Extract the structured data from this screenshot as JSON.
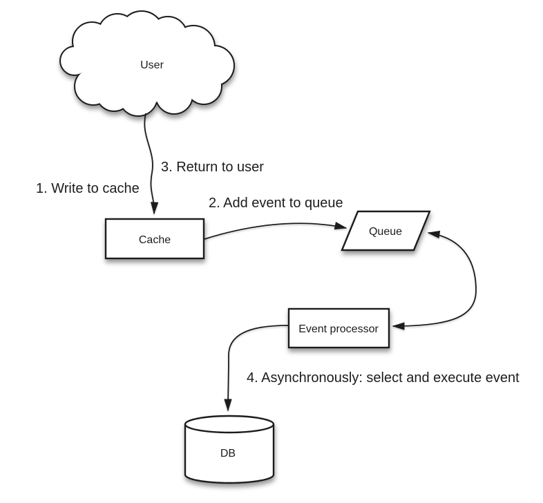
{
  "diagram": {
    "colors": {
      "background": "#ffffff",
      "shape_fill": "#ffffff",
      "stroke": "#1c1c1c",
      "text": "#1c1c1c",
      "shadow": "rgba(0,0,0,0.4)"
    },
    "nodes": {
      "user": {
        "label": "User",
        "shape": "cloud"
      },
      "cache": {
        "label": "Cache",
        "shape": "rectangle"
      },
      "queue": {
        "label": "Queue",
        "shape": "parallelogram"
      },
      "event_processor": {
        "label": "Event processor",
        "shape": "rectangle"
      },
      "db": {
        "label": "DB",
        "shape": "cylinder"
      }
    },
    "annotations": {
      "step1": "1. Write to cache",
      "step2": "2. Add event to queue",
      "step3": "3. Return to user",
      "step4": "4. Asynchronously: select and execute event"
    },
    "edges": [
      {
        "from": "user",
        "to": "cache",
        "arrowheads": "end",
        "labels": [
          "step1",
          "step3"
        ]
      },
      {
        "from": "cache",
        "to": "queue",
        "arrowheads": "end",
        "labels": [
          "step2"
        ]
      },
      {
        "from": "event_processor",
        "to": "queue",
        "arrowheads": "both",
        "labels": []
      },
      {
        "from": "event_processor",
        "to": "db",
        "arrowheads": "end",
        "labels": [
          "step4"
        ]
      }
    ]
  }
}
